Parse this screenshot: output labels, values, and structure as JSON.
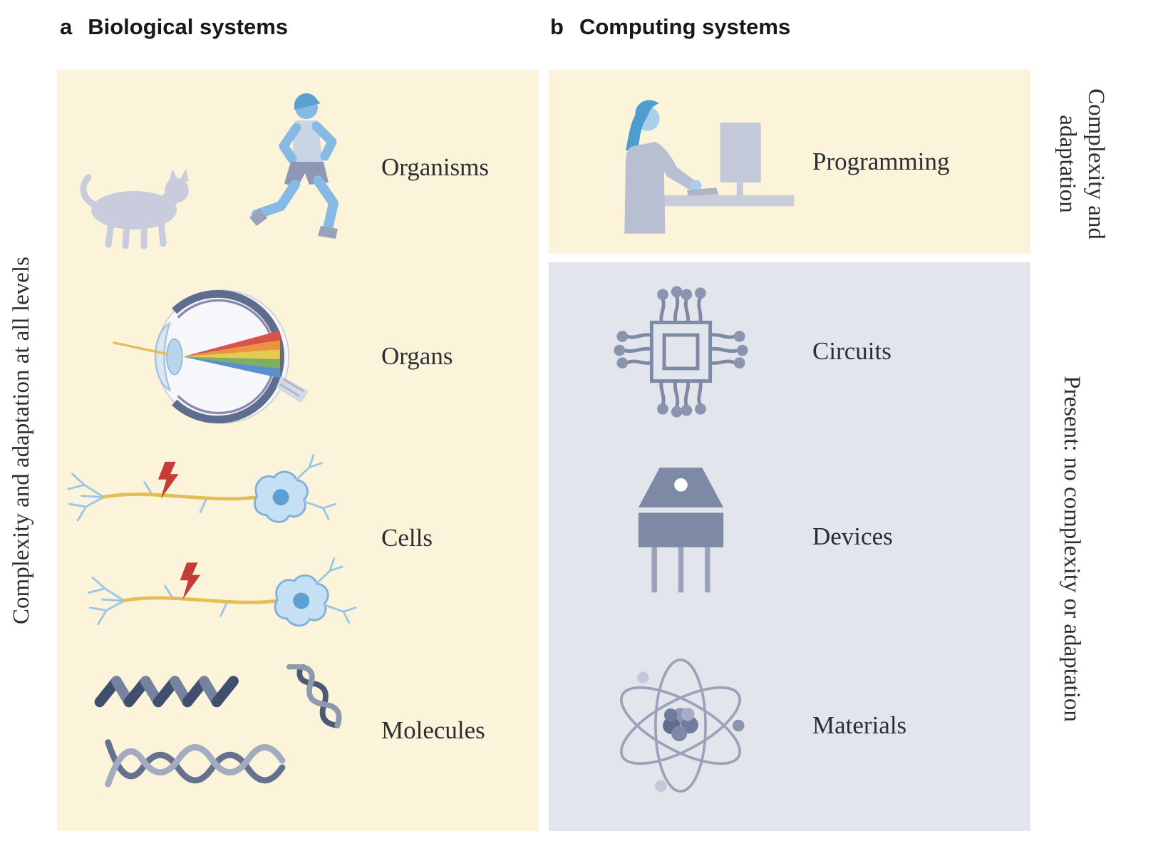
{
  "panel_a": {
    "letter": "a",
    "title": "Biological systems",
    "side_label": "Complexity and adaptation at all levels",
    "rows": [
      {
        "label": "Organisms",
        "icon": "cat-and-runner-icon"
      },
      {
        "label": "Organs",
        "icon": "eye-cross-section-icon"
      },
      {
        "label": "Cells",
        "icon": "neurons-icon"
      },
      {
        "label": "Molecules",
        "icon": "protein-and-dna-icon"
      }
    ]
  },
  "panel_b": {
    "letter": "b",
    "title": "Computing systems",
    "side_label_top_lines": [
      "Complexity and",
      "adaptation"
    ],
    "side_label_bottom": "Present: no complexity or adaptation",
    "top_rows": [
      {
        "label": "Programming",
        "icon": "person-at-computer-icon"
      }
    ],
    "bottom_rows": [
      {
        "label": "Circuits",
        "icon": "microchip-icon"
      },
      {
        "label": "Devices",
        "icon": "transistor-icon"
      },
      {
        "label": "Materials",
        "icon": "atom-icon"
      }
    ]
  },
  "colors": {
    "panel_cream": "#FBF3DA",
    "panel_gray": "#E3E5EC",
    "accent_blue": "#5C9FD3",
    "light_blue": "#86BAE4",
    "icon_gray_blue": "#7E89A6",
    "axon_yellow": "#E2BE55",
    "bolt_red": "#C63D37",
    "text_dark": "#2B2E35"
  }
}
